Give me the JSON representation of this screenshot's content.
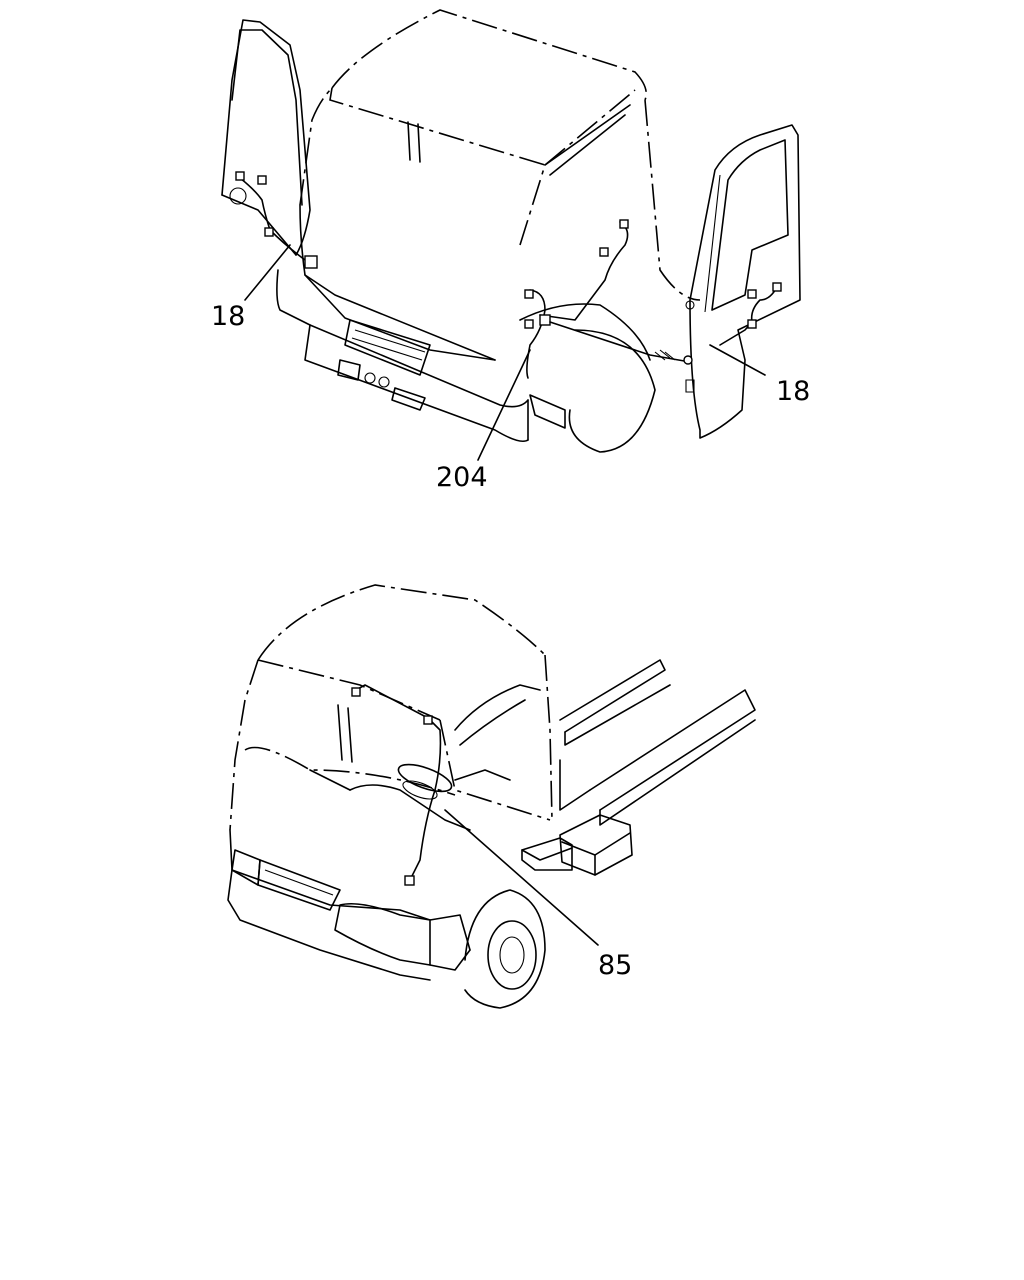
{
  "diagram": {
    "callouts": [
      {
        "id": "left-door",
        "label": "18"
      },
      {
        "id": "right-door",
        "label": "18"
      },
      {
        "id": "cab-front",
        "label": "204"
      },
      {
        "id": "roof-harness",
        "label": "85"
      }
    ]
  }
}
